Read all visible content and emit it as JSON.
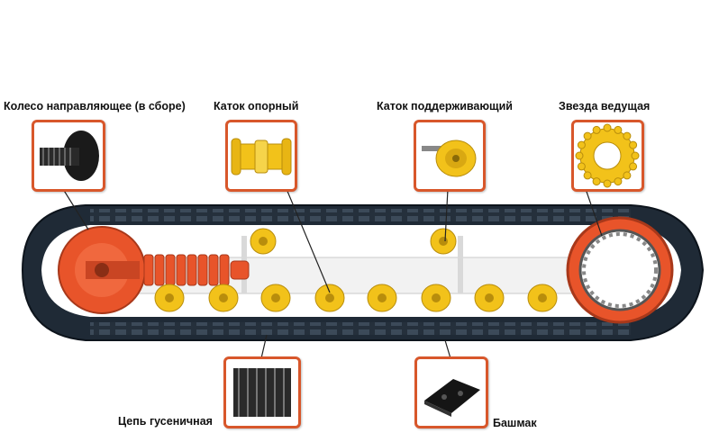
{
  "colors": {
    "callout_border": "#d8572b",
    "track": "#1f2a36",
    "idler": "#e8542a",
    "roller": "#f2c21a",
    "sprocket": "#e8542a"
  },
  "labels": {
    "idler": "Колесо направляющее (в сборе)",
    "track_roller": "Каток опорный",
    "carrier_roller": "Каток поддерживающий",
    "sprocket": "Звезда ведущая",
    "track_chain": "Цепь гусеничная",
    "shoe": "Башмак"
  },
  "thumbnails": {
    "idler": "idler-assembly-icon",
    "track_roller": "track-roller-icon",
    "carrier_roller": "carrier-roller-icon",
    "sprocket": "sprocket-icon",
    "track_chain": "track-chain-icon",
    "shoe": "track-shoe-icon"
  }
}
